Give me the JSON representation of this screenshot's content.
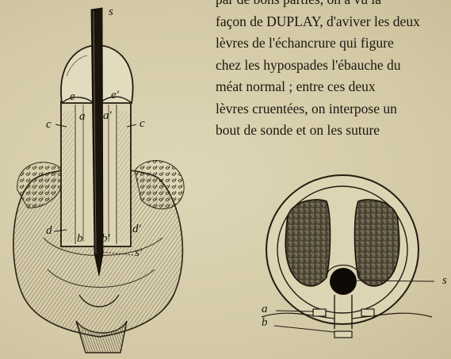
{
  "text_lines": [
    "par de bons parties, on a vu la",
    "façon de DUPLAY, d'aviver les deux",
    "lèvres de l'échancrure qui figure",
    "chez les hypospades l'ébauche du",
    "méat normal ; entre ces deux",
    "lèvres cruentées, on interpose un",
    "bout de sonde et on les suture"
  ],
  "figure_left": {
    "labels": {
      "s_top": "s",
      "e_left": "e",
      "e_right": "e'",
      "a_left": "a",
      "a_right": "a'",
      "c_left": "c",
      "c_right": "c",
      "d_left": "d",
      "d_right": "d'",
      "b_left": "b",
      "b_right": "b'",
      "s_bottom": "s'"
    }
  },
  "figure_right": {
    "labels": {
      "s": "s",
      "a": "a",
      "b": "b"
    }
  }
}
